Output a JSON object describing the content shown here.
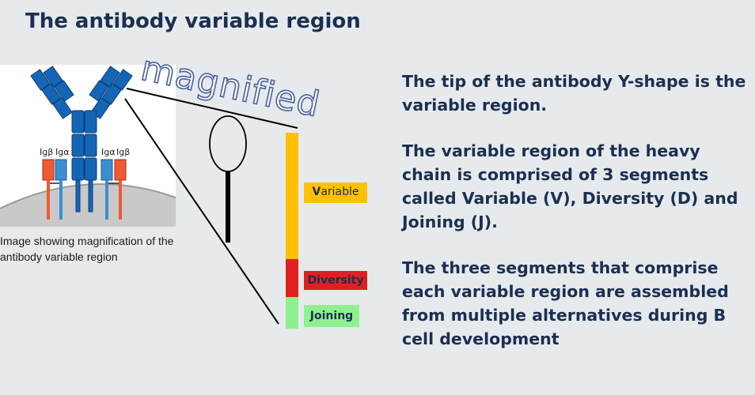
{
  "title": "The antibody variable region",
  "image_panel": {
    "labels": [
      "Igβ",
      "Igα",
      "Igα",
      "Igβ"
    ]
  },
  "caption": "Image showing magnification of the antibody variable region",
  "magnified_label": "magnified",
  "segments": {
    "variable_prefix": "V",
    "variable_rest": "ariable",
    "diversity_prefix": "D",
    "diversity_rest": "iversity",
    "joining_prefix": "J",
    "joining_rest": "oining"
  },
  "paragraphs": [
    "The tip of the antibody Y-shape is the variable region.",
    "The variable region of the heavy chain is comprised of 3 segments called Variable (V), Diversity (D) and Joining (J).",
    "The three segments that comprise each variable region are assembled from multiple alternatives during B cell development"
  ],
  "colors": {
    "title": "#1b2f52",
    "variable": "#ffc000",
    "diversity": "#e02020",
    "joining": "#8ef08e",
    "antibody_blue": "#1565b6",
    "ig_alpha": "#3b8fd0",
    "ig_beta": "#f05a32"
  }
}
